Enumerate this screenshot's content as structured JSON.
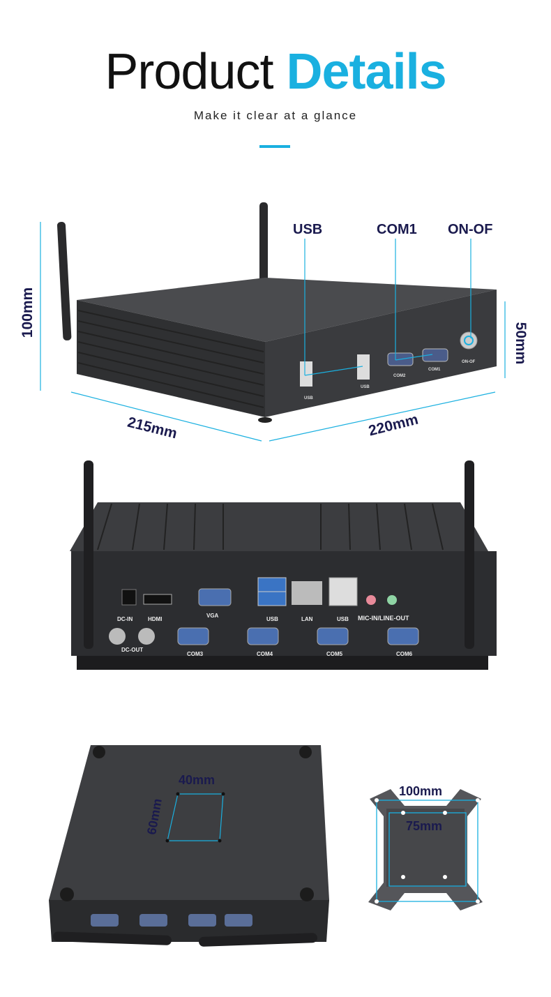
{
  "header": {
    "title_plain": "Product",
    "title_accent": "Details",
    "subtitle": "Make it clear at a glance",
    "accent_color": "#1ab0e0"
  },
  "front_view": {
    "callouts": [
      "USB",
      "COM1",
      "ON-OF"
    ],
    "dimensions": {
      "height": "100mm",
      "depth": "50mm",
      "width": "215mm",
      "length": "220mm"
    },
    "panel_labels": [
      "USB",
      "USB",
      "COM2",
      "COM1",
      "ON-OF"
    ]
  },
  "rear_view": {
    "top_labels": [
      "DC-IN",
      "HDMI",
      "VGA",
      "USB",
      "LAN",
      "USB",
      "MIC-IN/LINE-OUT"
    ],
    "bottom_labels": [
      "DC-OUT",
      "COM3",
      "COM4",
      "COM5",
      "COM6"
    ]
  },
  "bottom_view": {
    "mount_width": "40mm",
    "mount_height": "60mm"
  },
  "vesa_bracket": {
    "outer": "100mm",
    "inner": "75mm"
  },
  "colors": {
    "dimension_text": "#1a1a4e",
    "line": "#1ab0e0",
    "metal": "#3a3b3e"
  }
}
